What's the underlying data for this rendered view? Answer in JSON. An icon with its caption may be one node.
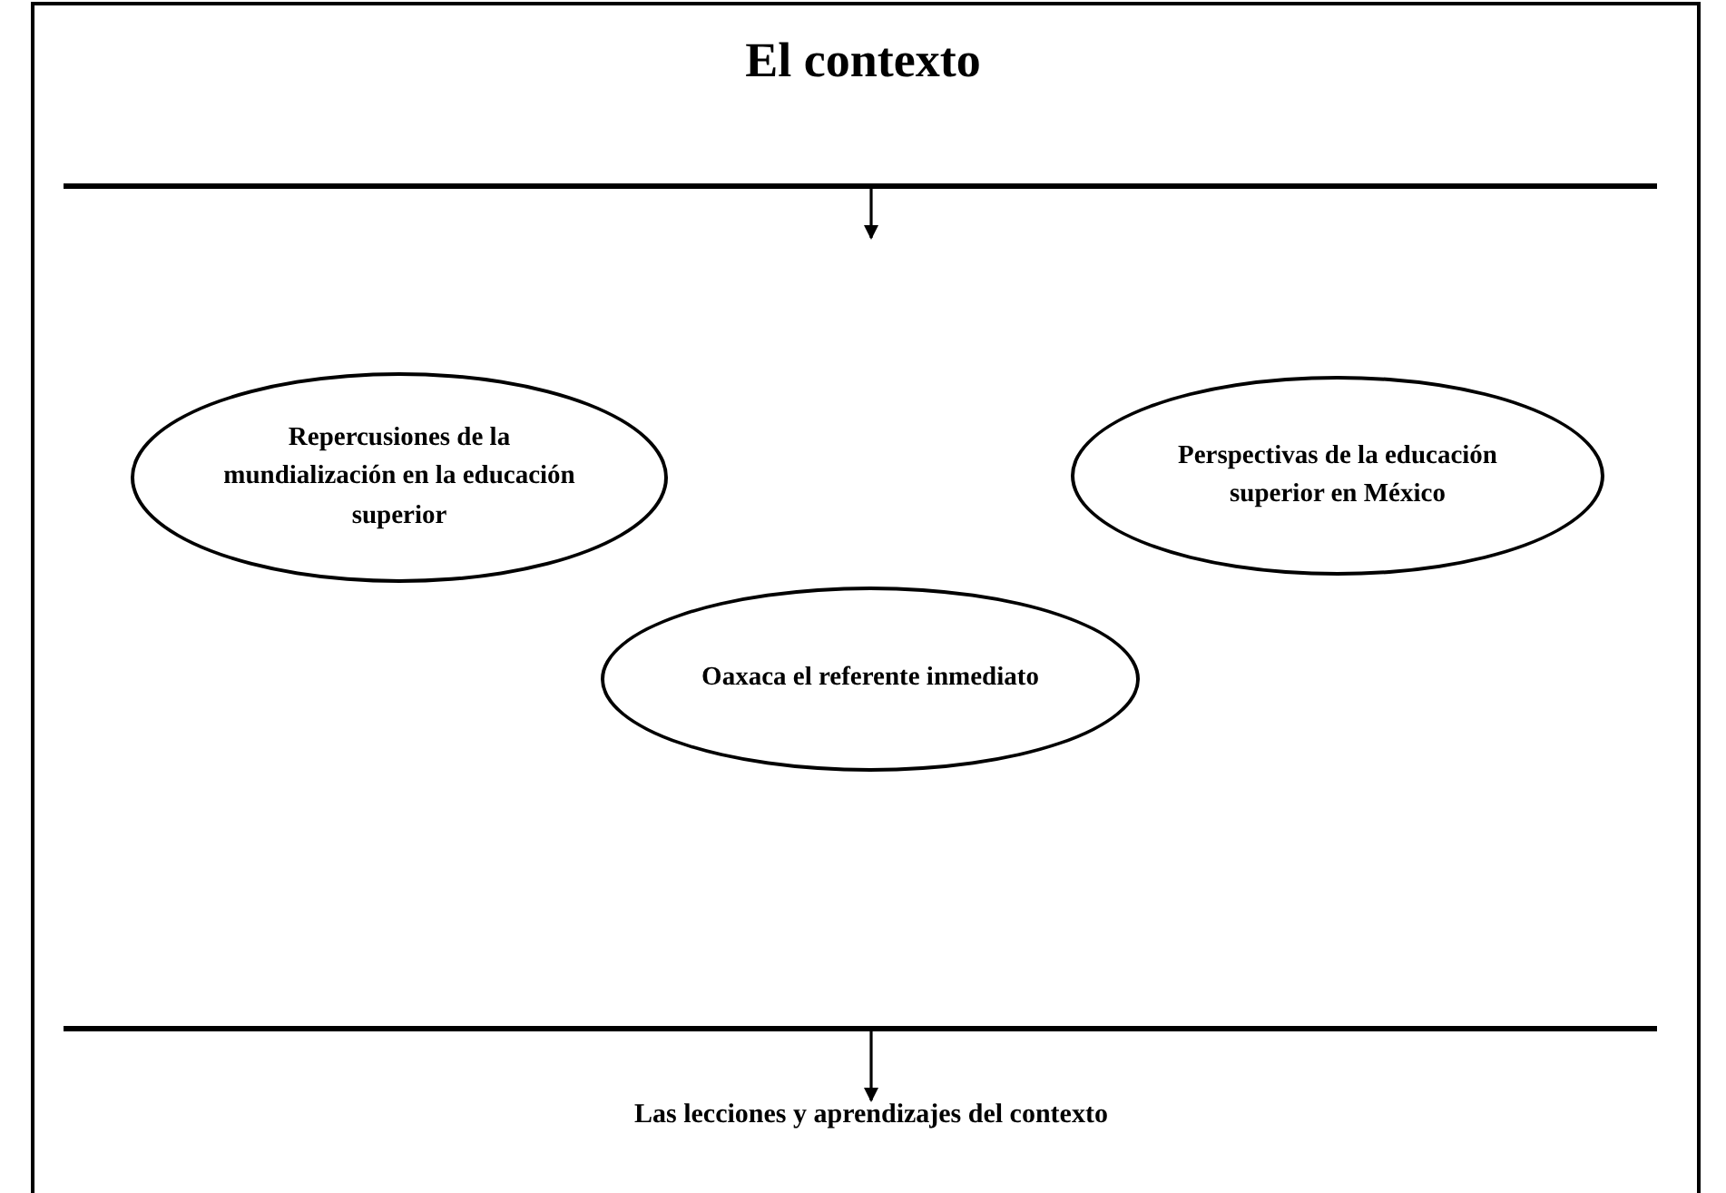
{
  "diagram": {
    "title": "El contexto",
    "nodes": [
      {
        "text": [],
        "shape": "bar"
      },
      {
        "text": [
          "Repercusiones de la mundialización en la educación superior"
        ]
      },
      {
        "text": [
          "Perspectivas de la educación superior en México"
        ]
      },
      {
        "text": [
          "Oaxaca el referente inmediato"
        ]
      },
      {
        "text": [],
        "shape": "bar"
      },
      {
        "text": [
          "Las lecciones y aprendizajes del contexto"
        ]
      }
    ],
    "edges": [
      {
        "from": 0,
        "to": null,
        "arrow": "to"
      },
      {
        "from": 4,
        "to": 5,
        "arrow": "to"
      }
    ]
  }
}
